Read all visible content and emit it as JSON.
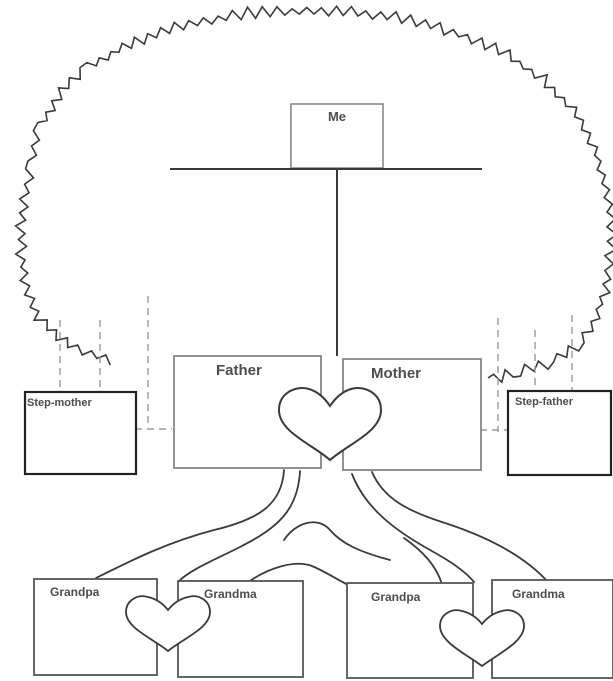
{
  "labels": {
    "me": "Me",
    "father": "Father",
    "mother": "Mother",
    "stepmother": "Step-mother",
    "stepfather": "Step-father",
    "grandpa_paternal": "Grandpa",
    "grandma_paternal": "Grandma",
    "grandpa_maternal": "Grandpa",
    "grandma_maternal": "Grandma"
  },
  "colors": {
    "line": "#3a3a3a",
    "faint": "#9a9a9a",
    "text": "#4d4d4d",
    "background": "#ffffff"
  },
  "icons": {
    "heart": "heart-icon"
  }
}
